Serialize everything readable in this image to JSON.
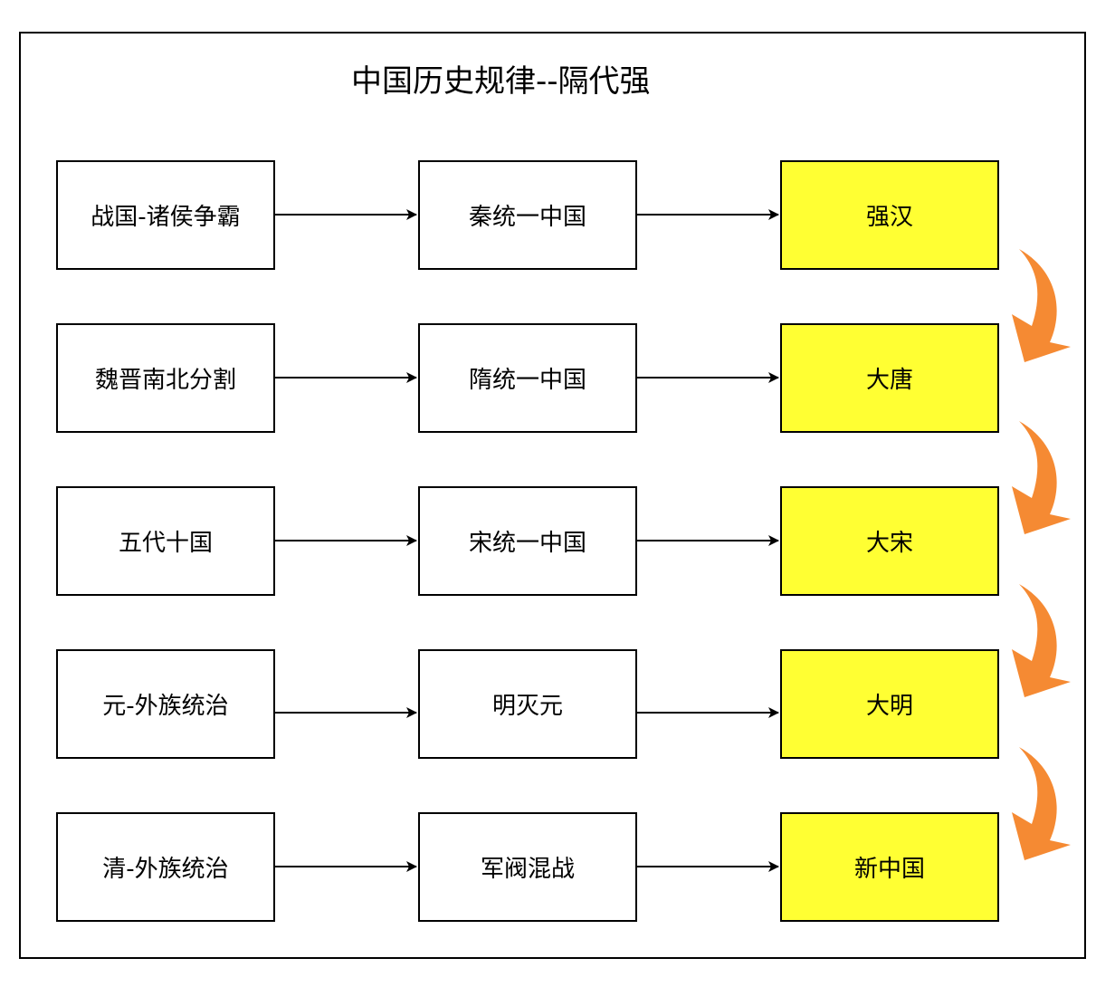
{
  "title": "中国历史规律--隔代强",
  "colors": {
    "highlight_fill": "#ffff33",
    "curved_arrow": "#f58a33",
    "line": "#000000"
  },
  "rows": [
    {
      "col1": "战国-诸侯争霸",
      "col2": "秦统一中国",
      "col3": "强汉"
    },
    {
      "col1": "魏晋南北分割",
      "col2": "隋统一中国",
      "col3": "大唐"
    },
    {
      "col1": "五代十国",
      "col2": "宋统一中国",
      "col3": "大宋"
    },
    {
      "col1": "元-外族统治",
      "col2": "明灭元",
      "col3": "大明"
    },
    {
      "col1": "清-外族统治",
      "col2": "军阀混战",
      "col3": "新中国"
    }
  ]
}
